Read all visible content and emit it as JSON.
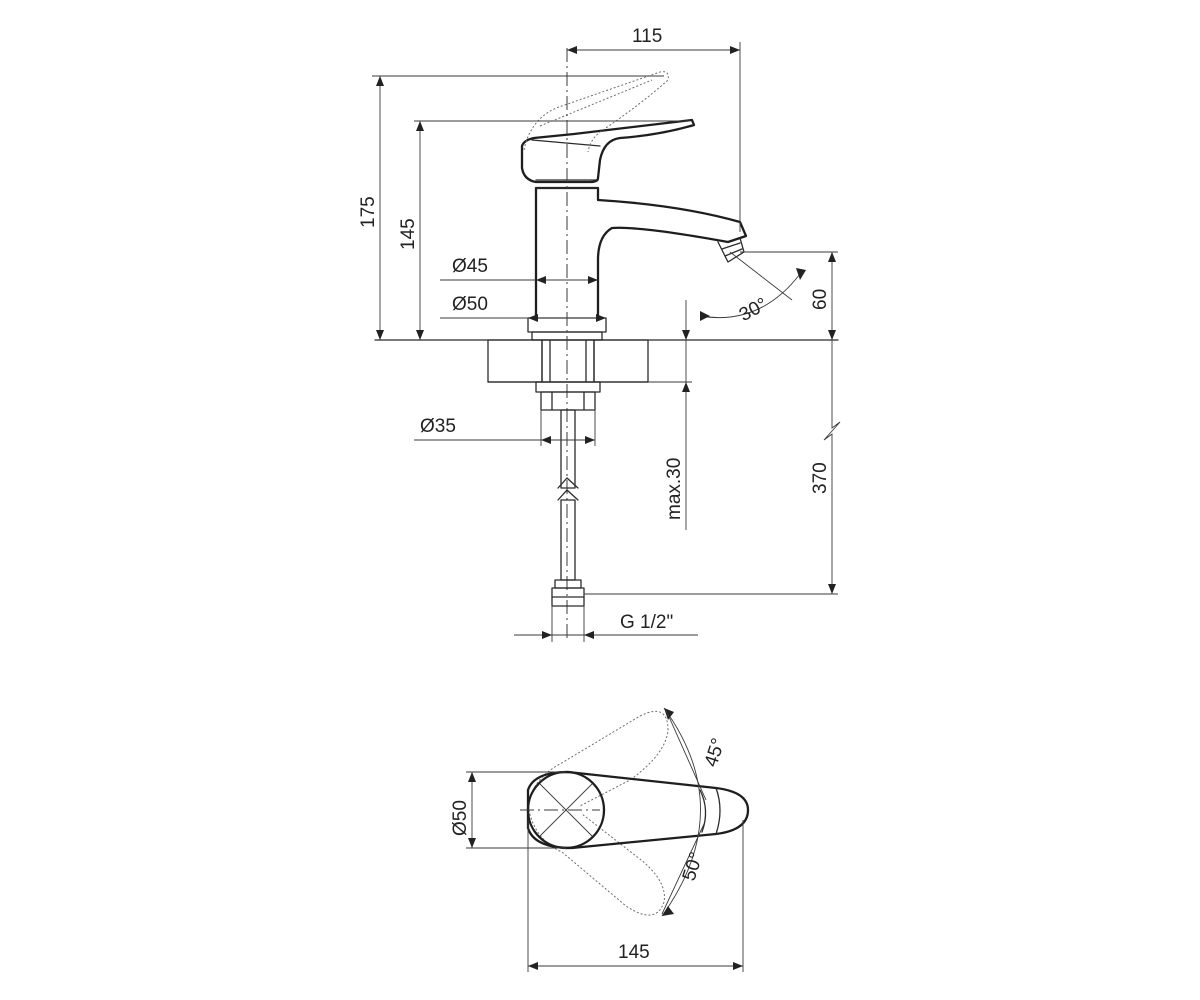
{
  "side_view": {
    "dim_top_width": "115",
    "dim_total_height": "175",
    "dim_body_height": "145",
    "dim_spout_diameter": "Ø45",
    "dim_base_diameter": "Ø50",
    "dim_spout_angle": "30°",
    "dim_spout_height": "60",
    "dim_shank_diameter": "Ø35",
    "dim_max_thickness": "max.30",
    "dim_hose_length": "370",
    "dim_thread": "G 1/2\""
  },
  "top_view": {
    "dim_body_diameter": "Ø50",
    "dim_handle_angle_left": "45°",
    "dim_handle_angle_right": "50°",
    "dim_length": "145"
  }
}
